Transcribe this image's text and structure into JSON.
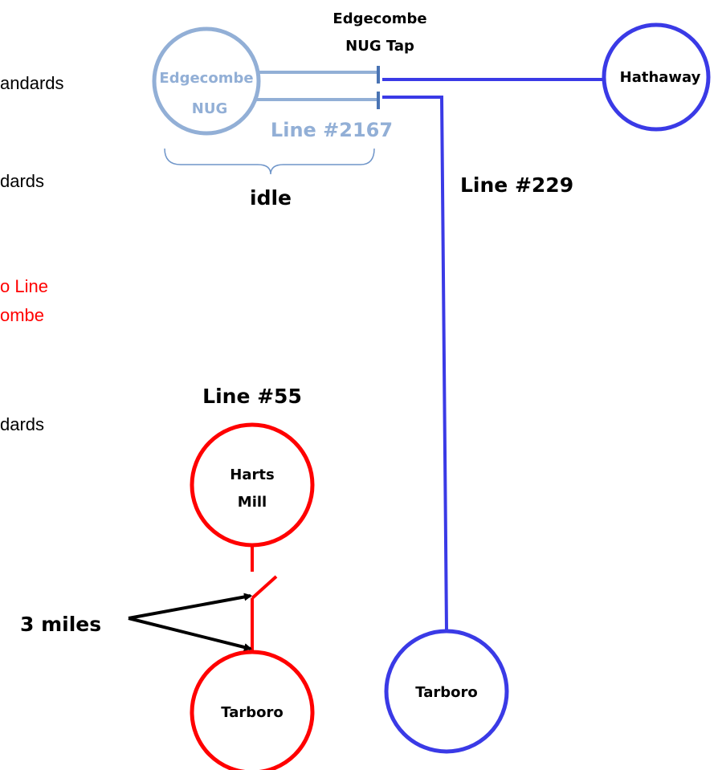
{
  "side_text": {
    "line1": "andards",
    "line2": "dards",
    "line3a": "o Line",
    "line3b": "ombe",
    "line4": "dards"
  },
  "nodes": {
    "edgecombe_nug": {
      "line1": "Edgecombe",
      "line2": "NUG"
    },
    "hathaway": "Hathaway",
    "harts_mill": {
      "line1": "Harts",
      "line2": "Mill"
    },
    "tarboro_red": "Tarboro",
    "tarboro_blue": "Tarboro"
  },
  "labels": {
    "tap_line1": "Edgecombe",
    "tap_line2": "NUG Tap",
    "line_2167": "Line #2167",
    "idle": "idle",
    "line_229": "Line #229",
    "line_55": "Line #55",
    "three_miles": "3 miles"
  },
  "colors": {
    "idle_line": "#92afd6",
    "tap": "#4a74b4",
    "blue_line": "#3a3ae6",
    "red_line": "#ff0000",
    "arrow": "#000000"
  }
}
